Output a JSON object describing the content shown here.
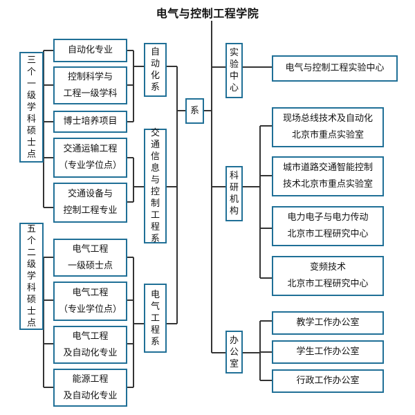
{
  "title": "电气与控制工程学院",
  "colors": {
    "box_border": "#1f6f96",
    "line": "#333333"
  },
  "dept": "系",
  "left_groups": {
    "doctoral": "三个一级学科硕士点",
    "master": "五个二级学科硕士点"
  },
  "departments": {
    "automation": "自动化系",
    "transport": "交通信息与控制工程系",
    "electrical": "电气工程系"
  },
  "automation_programs": [
    "自动化专业",
    "控制科学与\n工程一级学科",
    "博士培养项目"
  ],
  "transport_programs": [
    "交通运输工程\n（专业学位点）",
    "交通设备与\n控制工程专业"
  ],
  "electrical_programs": [
    "电气工程\n一级硕士点",
    "电气工程\n（专业学位点）",
    "电气工程\n及自动化专业",
    "能源工程\n及自动化专业"
  ],
  "right_groups": {
    "lab_center": "实验中心",
    "research": "科研机构",
    "office": "办公室"
  },
  "lab_center_items": [
    "电气与控制工程实验中心"
  ],
  "research_items": [
    "现场总线技术及自动化\n北京市重点实验室",
    "城市道路交通智能控制\n技术北京市重点实验室",
    "电力电子与电力传动\n北京市工程研究中心",
    "变频技术\n北京市工程研究中心"
  ],
  "office_items": [
    "教学工作办公室",
    "学生工作办公室",
    "行政工作办公室"
  ]
}
